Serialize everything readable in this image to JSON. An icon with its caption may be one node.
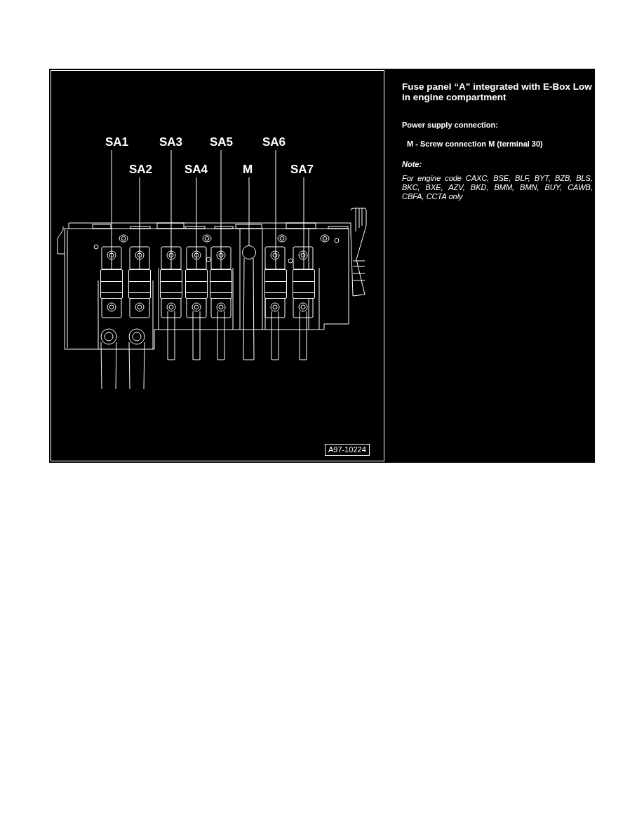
{
  "diagram": {
    "title": "Fuse panel “A” integrated with E-Box Low in engine compartment",
    "nodes": [
      {
        "text": [
          "SA1"
        ]
      },
      {
        "text": [
          "SA3"
        ]
      },
      {
        "text": [
          "SA5"
        ]
      },
      {
        "text": [
          "SA6"
        ]
      },
      {
        "text": [
          "SA2"
        ]
      },
      {
        "text": [
          "SA4"
        ]
      },
      {
        "text": [
          "M"
        ]
      },
      {
        "text": [
          "SA7"
        ]
      },
      {
        "text": [],
        "shape": "box"
      },
      {
        "text": [],
        "shape": "box"
      },
      {
        "text": [],
        "shape": "box"
      },
      {
        "text": [],
        "shape": "box"
      },
      {
        "text": [],
        "shape": "box"
      },
      {
        "text": [],
        "shape": "circle"
      },
      {
        "text": [],
        "shape": "box"
      },
      {
        "text": [],
        "shape": "box"
      }
    ],
    "edges": [
      {
        "from": 0,
        "to": 8,
        "arrow": "none"
      },
      {
        "from": 4,
        "to": 9,
        "arrow": "none"
      },
      {
        "from": 1,
        "to": 10,
        "arrow": "none"
      },
      {
        "from": 5,
        "to": 11,
        "arrow": "none"
      },
      {
        "from": 2,
        "to": 12,
        "arrow": "none"
      },
      {
        "from": 6,
        "to": 13,
        "arrow": "none"
      },
      {
        "from": 3,
        "to": 14,
        "arrow": "none"
      },
      {
        "from": 7,
        "to": 15,
        "arrow": "none"
      }
    ],
    "labels": [
      "Power supply connection:",
      "M - Screw connection M (terminal 30)",
      "Note:",
      "For engine code CAXC, BSE, BLF, BYT, BZB, BLS, BKC, BXE, AZV, BKD, BMM, BMN, BUY, CAWB, CBFA, CCTA only",
      "A97-10224"
    ]
  }
}
